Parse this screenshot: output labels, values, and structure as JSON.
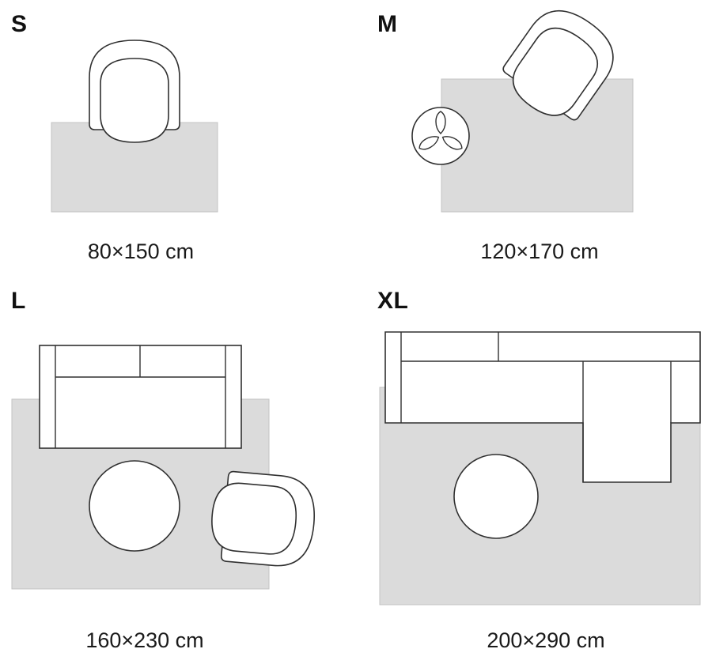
{
  "colors": {
    "rug_fill": "#dbdbdb",
    "furniture_fill": "#ffffff",
    "outline": "#303030",
    "text": "#111111"
  },
  "sizes": [
    {
      "label": "S",
      "dimensions": "80×150 cm"
    },
    {
      "label": "M",
      "dimensions": "120×170 cm"
    },
    {
      "label": "L",
      "dimensions": "160×230 cm"
    },
    {
      "label": "XL",
      "dimensions": "200×290 cm"
    }
  ]
}
